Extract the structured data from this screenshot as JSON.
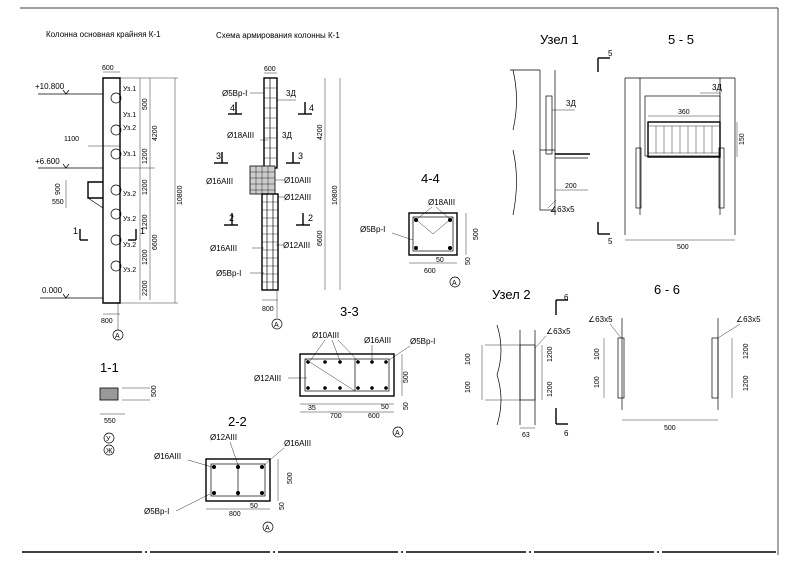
{
  "titles": {
    "column_main": "Колонна основная крайняя К-1",
    "reinforcement_scheme": "Схема армирования колонны К-1",
    "section_4_4": "4-4",
    "section_3_3": "3-3",
    "section_1_1": "1-1",
    "section_2_2": "2-2",
    "node_1": "Узел 1",
    "node_2": "Узел 2",
    "section_5_5": "5 - 5",
    "section_6_6": "6 - 6"
  },
  "column": {
    "top_mark": "+10.800",
    "mid_mark": "+6.600",
    "zero_mark": "0.000",
    "dim_600": "600",
    "dim_1100": "1100",
    "dim_800": "800",
    "dim_10800": "10800",
    "dim_4200": "4200",
    "dim_6600": "6600",
    "dim_500": "500",
    "dim_1200": "1200",
    "dim_2200": "2200",
    "dim_900": "900",
    "dim_550": "550",
    "node_1": "Уз.1",
    "node_2": "Уз.2",
    "axis": "А",
    "cut_1": "1"
  },
  "scheme": {
    "bar_5vr": "Ø5Вр-I",
    "bar_18": "Ø18АIII",
    "bar_16": "Ø16АIII",
    "bar_10": "Ø10АIII",
    "bar_12": "Ø12АIII",
    "part_3d": "3Д",
    "cut_4": "4",
    "cut_3": "3",
    "cut_2": "2",
    "dim_600": "600",
    "dim_800": "800",
    "dim_4200": "4200",
    "dim_6600": "6600",
    "dim_10800": "10800",
    "axis": "А"
  },
  "sec44": {
    "bar_18": "Ø18АIII",
    "bar_5vr": "Ø5Вр-I",
    "dim_500": "500",
    "dim_600": "600",
    "dim_50a": "50",
    "dim_50b": "50",
    "axis": "А"
  },
  "sec33": {
    "bar_10": "Ø10АIII",
    "bar_16": "Ø16АIII",
    "bar_5vr": "Ø5Вр-I",
    "bar_12": "Ø12АIII",
    "dim_35": "35",
    "dim_700": "700",
    "dim_600": "600",
    "dim_50a": "50",
    "dim_50b": "50",
    "dim_500": "500",
    "axis": "А"
  },
  "sec11": {
    "dim_500": "500",
    "dim_550": "550",
    "axis_u": "У",
    "axis_zh": "Ж"
  },
  "sec22": {
    "bar_12": "Ø12АIII",
    "bar_16a": "Ø16АIII",
    "bar_16b": "Ø16АIII",
    "bar_5vr": "Ø5Вр-I",
    "dim_800": "800",
    "dim_50a": "50",
    "dim_50b": "50",
    "dim_500": "500",
    "axis": "А"
  },
  "node1": {
    "part_3d": "3Д",
    "dim_200": "200",
    "angle": "∠63х5",
    "cut_5a": "5",
    "cut_5b": "5"
  },
  "sec55": {
    "part_3d": "3Д",
    "dim_360": "360",
    "dim_150": "150",
    "dim_500": "500"
  },
  "node2": {
    "angle": "∠63х5",
    "dim_100a": "100",
    "dim_100b": "100",
    "dim_1200a": "1200",
    "dim_1200b": "1200",
    "dim_63": "63",
    "cut_6a": "6",
    "cut_6b": "6"
  },
  "sec66": {
    "angle_l": "∠63х5",
    "angle_r": "∠63х5",
    "dim_100a": "100",
    "dim_100b": "100",
    "dim_1200a": "1200",
    "dim_1200b": "1200",
    "dim_500": "500"
  }
}
